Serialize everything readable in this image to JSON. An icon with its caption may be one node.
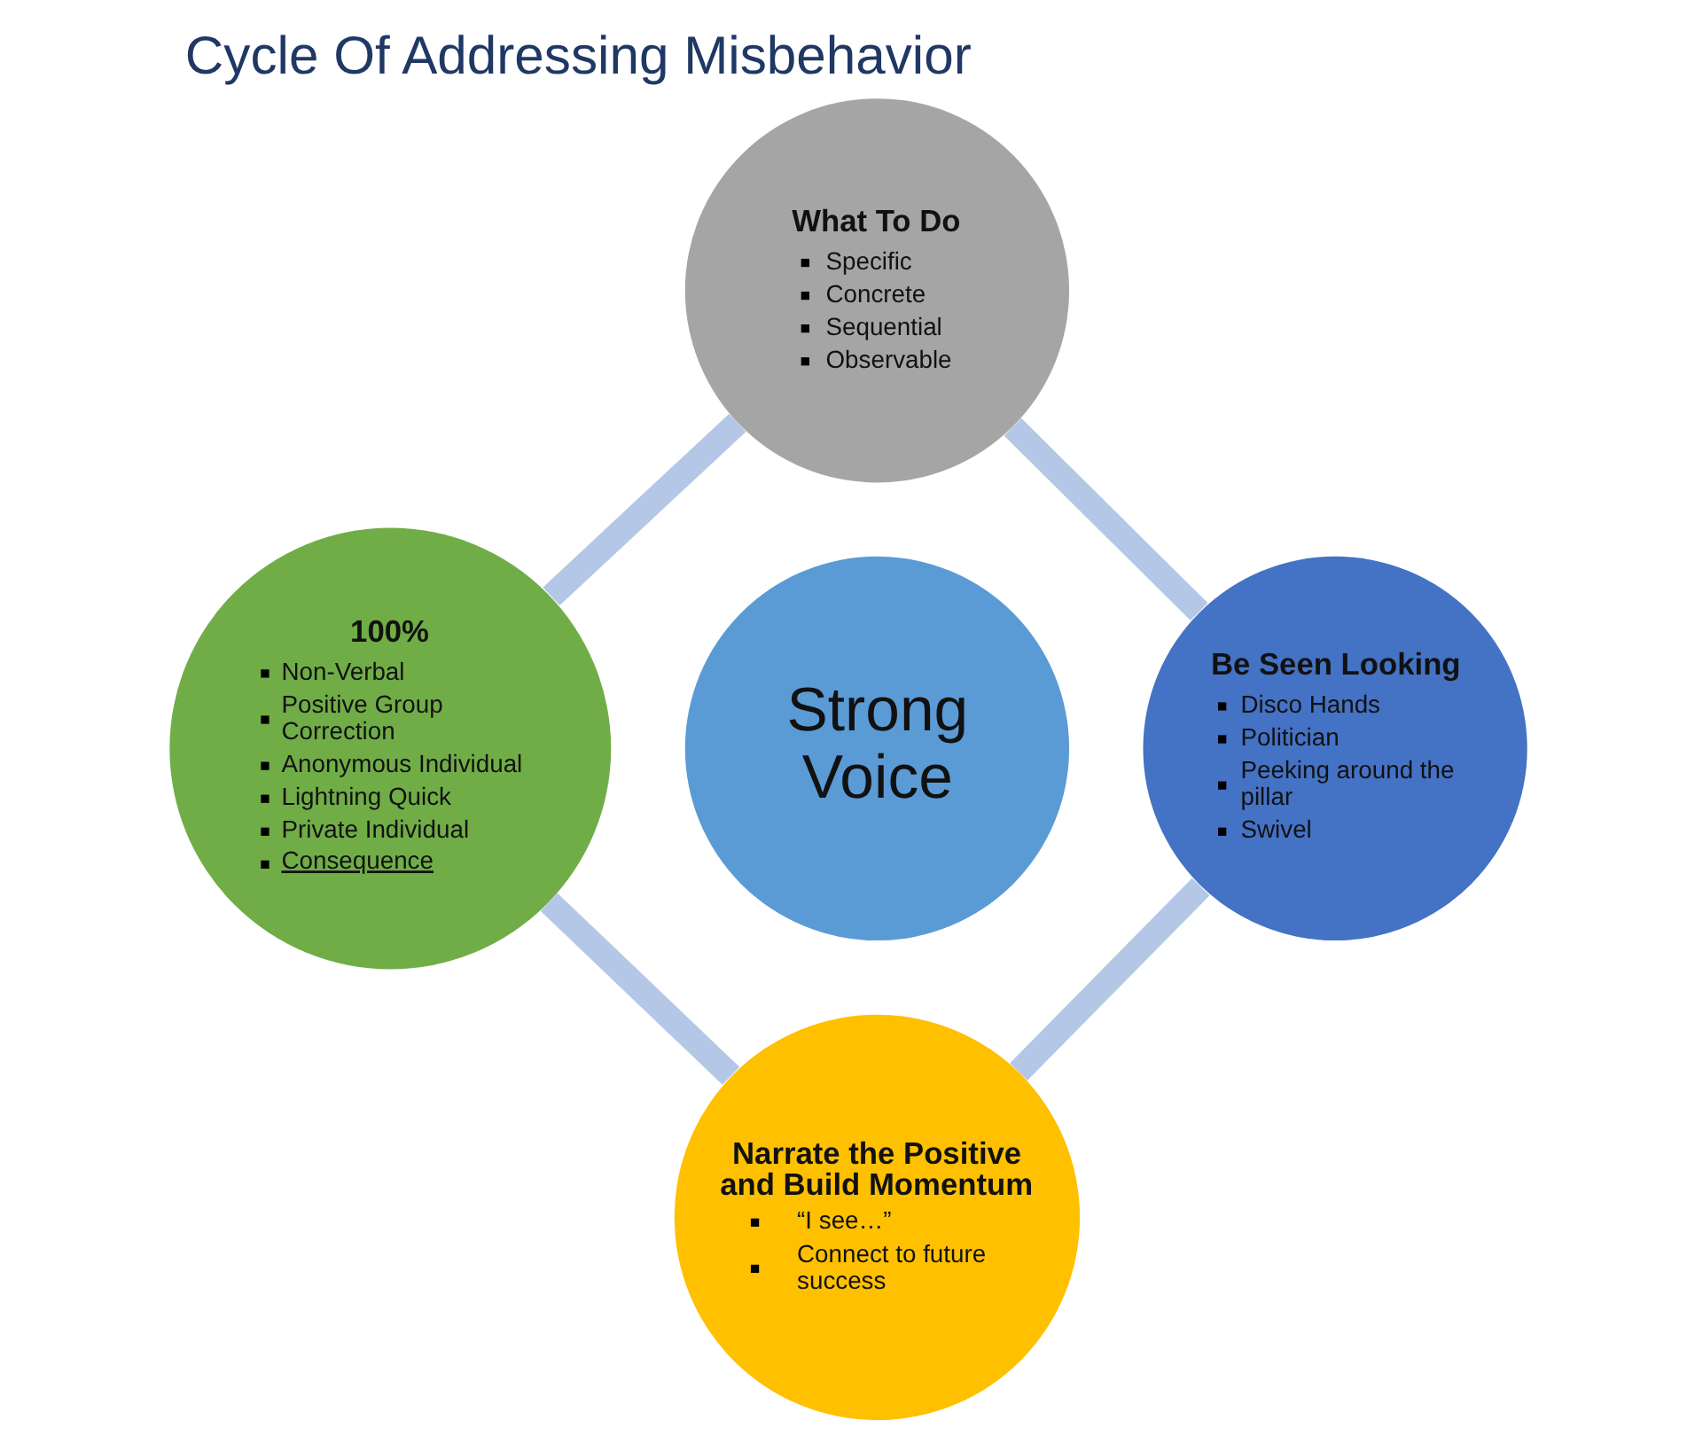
{
  "diagram": {
    "title": "Cycle Of Addressing Misbehavior",
    "nodes": [
      {
        "text": [
          "What To Do",
          "Specific",
          "Concrete",
          "Sequential",
          "Observable"
        ]
      },
      {
        "text": [
          "100%",
          "Non-Verbal",
          "Positive Group Correction",
          "Anonymous Individual",
          "Lightning Quick",
          "Private Individual",
          "Consequence"
        ]
      },
      {
        "text": [
          "Strong Voice"
        ]
      },
      {
        "text": [
          "Be Seen Looking",
          "Disco Hands",
          "Politician",
          "Peeking around the pillar",
          "Swivel"
        ]
      },
      {
        "text": [
          "Narrate the Positive and Build Momentum",
          "“I see…”",
          "Connect to future success"
        ]
      }
    ],
    "edges": [
      {
        "from": 0,
        "to": 3,
        "arrow": "none"
      },
      {
        "from": 3,
        "to": 4,
        "arrow": "none"
      },
      {
        "from": 0,
        "to": 1,
        "arrow": "none"
      },
      {
        "from": 1,
        "to": 4,
        "arrow": "none"
      }
    ]
  }
}
